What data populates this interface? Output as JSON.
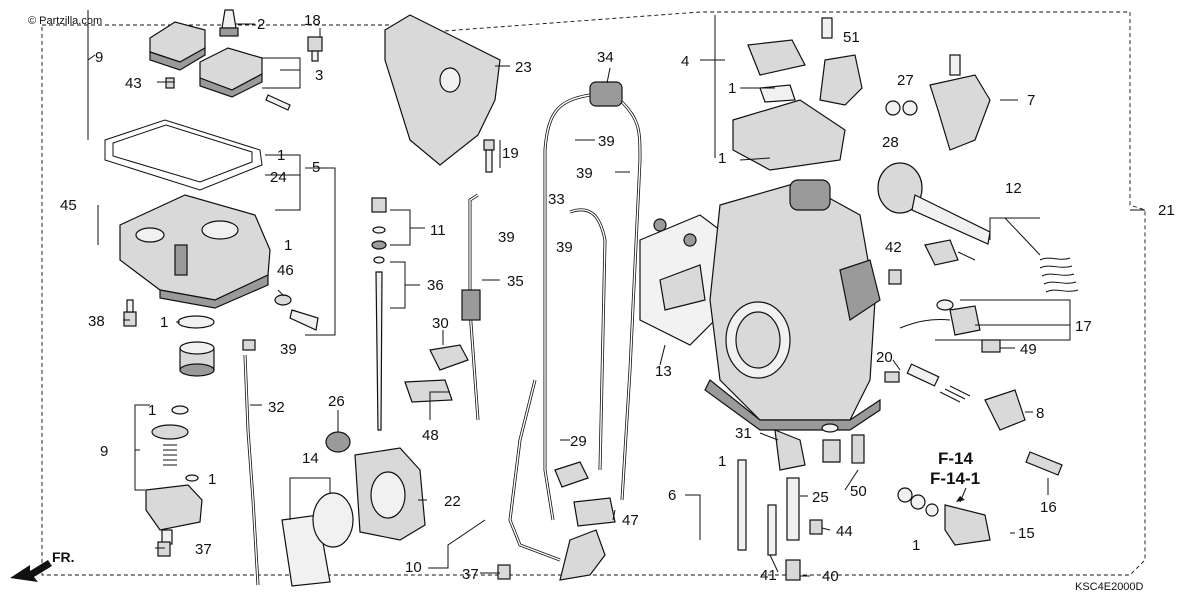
{
  "watermark": "© Partzilla.com",
  "diagram_code": "KSC4E2000D",
  "direction_label": "FR.",
  "ref_label_1": "F-14",
  "ref_label_2": "F-14-1",
  "callouts": {
    "c2": "2",
    "c18": "18",
    "c3": "3",
    "c9a": "9",
    "c43": "43",
    "c23": "23",
    "c34": "34",
    "c4": "4",
    "c51": "51",
    "c7": "7",
    "c27": "27",
    "c28": "28",
    "c21": "21",
    "c1a": "1",
    "c1b": "1",
    "c1c": "1",
    "c24": "24",
    "c5": "5",
    "c45": "45",
    "c19": "19",
    "c39a": "39",
    "c39b": "39",
    "c39c": "39",
    "c39d": "39",
    "c39e": "39",
    "c33": "33",
    "c11": "11",
    "c12": "12",
    "c42": "42",
    "c1d": "1",
    "c46": "46",
    "c36": "36",
    "c35": "35",
    "c17": "17",
    "c38": "38",
    "c1e": "1",
    "c30": "30",
    "c13": "13",
    "c49": "49",
    "c20": "20",
    "c32": "32",
    "c8": "8",
    "c9b": "9",
    "c1f": "1",
    "c1g": "1",
    "c26": "26",
    "c48": "48",
    "c29": "29",
    "c31": "31",
    "c50": "50",
    "c16": "16",
    "c14": "14",
    "c6": "6",
    "c1h": "1",
    "c22": "22",
    "c25": "25",
    "c47": "47",
    "c15": "15",
    "c1i": "1",
    "c44": "44",
    "c37a": "37",
    "c37b": "37",
    "c10": "10",
    "c41": "41",
    "c40": "40"
  },
  "colors": {
    "ink": "#111111",
    "part_fill": "#d9d9d9",
    "shadow": "#9a9a9a"
  }
}
